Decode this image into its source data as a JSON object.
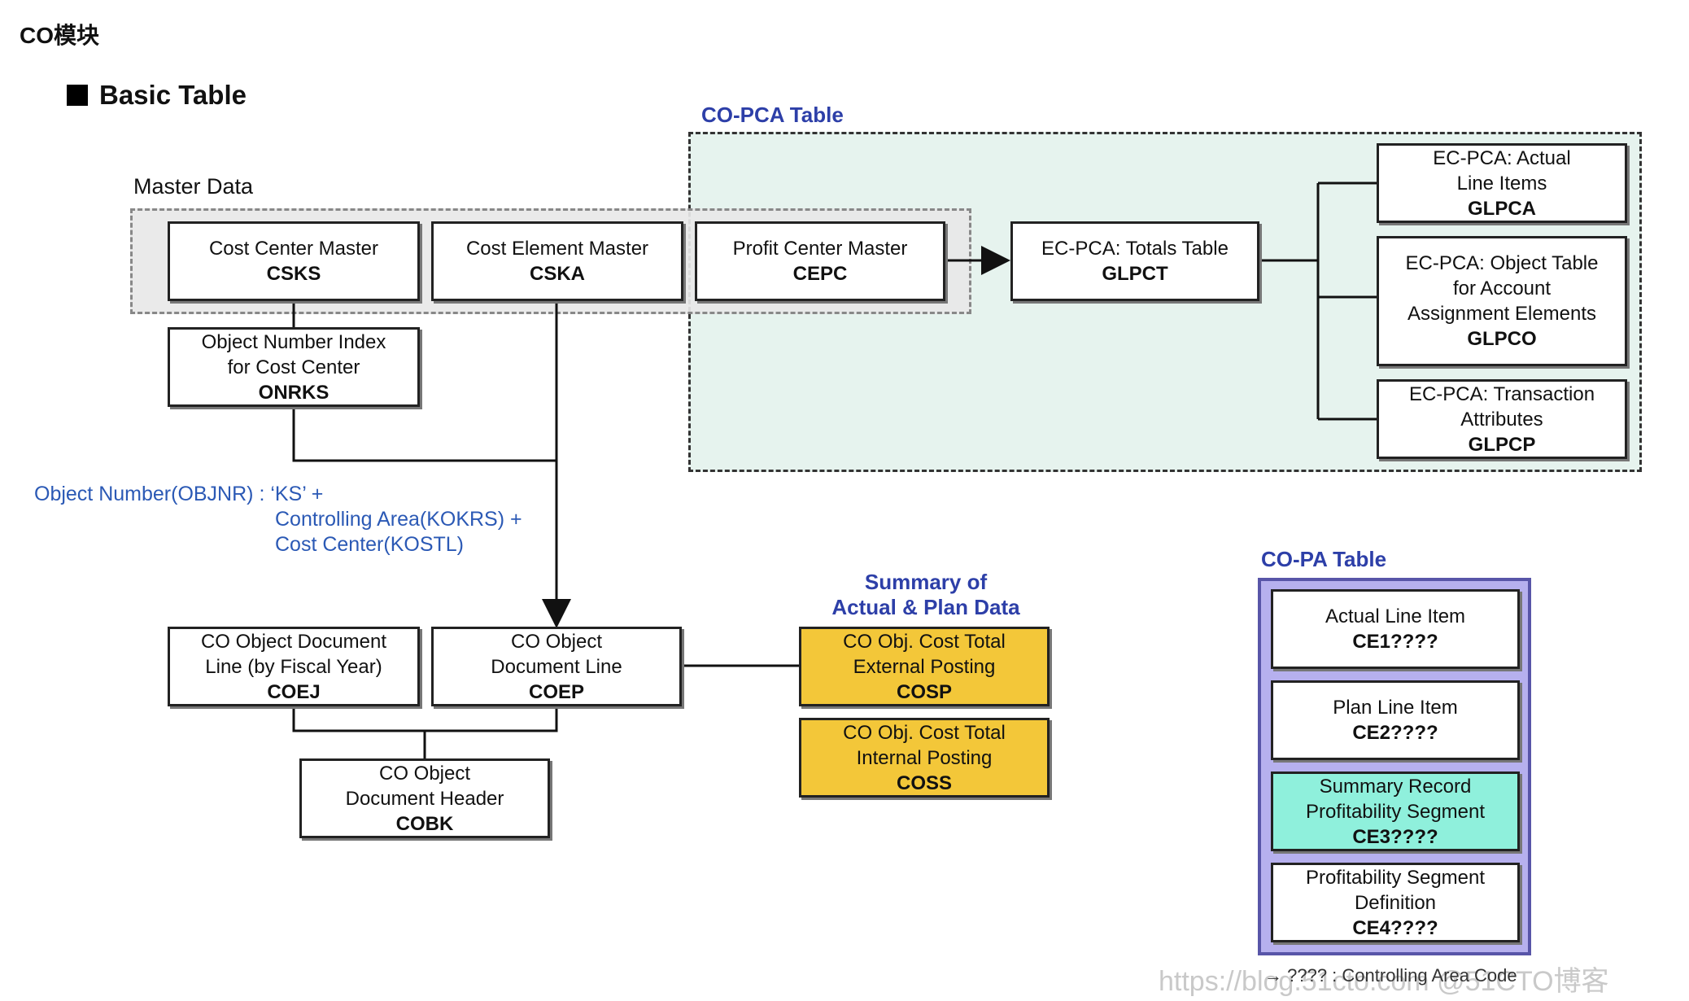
{
  "page_title": "CO模块",
  "section_title": "Basic Table",
  "labels": {
    "copca_table": "CO-PCA Table",
    "master_data": "Master Data",
    "summary": [
      "Summary of",
      "Actual & Plan Data"
    ],
    "copa_table": "CO-PA Table"
  },
  "annotation": {
    "line1": "Object Number(OBJNR) : ‘KS’ +",
    "line2": "Controlling Area(KOKRS) +",
    "line3": "Cost Center(KOSTL)"
  },
  "boxes": {
    "csks": {
      "lines": [
        "Cost Center Master"
      ],
      "code": "CSKS"
    },
    "cska": {
      "lines": [
        "Cost Element Master"
      ],
      "code": "CSKA"
    },
    "cepc": {
      "lines": [
        "Profit Center Master"
      ],
      "code": "CEPC"
    },
    "glpct": {
      "lines": [
        "EC-PCA: Totals Table"
      ],
      "code": "GLPCT"
    },
    "glpca": {
      "lines": [
        "EC-PCA: Actual",
        "Line Items"
      ],
      "code": "GLPCA"
    },
    "glpco": {
      "lines": [
        "EC-PCA: Object Table",
        "for Account",
        "Assignment Elements"
      ],
      "code": "GLPCO"
    },
    "glpcp": {
      "lines": [
        "EC-PCA: Transaction",
        "Attributes"
      ],
      "code": "GLPCP"
    },
    "onrks": {
      "lines": [
        "Object Number Index",
        "for Cost Center"
      ],
      "code": "ONRKS"
    },
    "coej": {
      "lines": [
        "CO Object Document",
        "Line (by  Fiscal Year)"
      ],
      "code": "COEJ"
    },
    "coep": {
      "lines": [
        "CO Object",
        "Document Line"
      ],
      "code": "COEP"
    },
    "cobk": {
      "lines": [
        "CO Object",
        "Document Header"
      ],
      "code": "COBK"
    },
    "cosp": {
      "lines": [
        "CO Obj. Cost Total",
        "External Posting"
      ],
      "code": "COSP"
    },
    "coss": {
      "lines": [
        "CO Obj. Cost Total",
        "Internal Posting"
      ],
      "code": "COSS"
    },
    "ce1": {
      "lines": [
        "Actual Line Item"
      ],
      "code": "CE1????"
    },
    "ce2": {
      "lines": [
        "Plan Line Item"
      ],
      "code": "CE2????"
    },
    "ce3": {
      "lines": [
        "Summary Record",
        "Profitability Segment"
      ],
      "code": "CE3????"
    },
    "ce4": {
      "lines": [
        "Profitability Segment",
        "Definition"
      ],
      "code": "CE4????"
    }
  },
  "footnote": "→ ???? : Controlling Area Code",
  "watermark": "https://blog.51cto.com @51CTO博客",
  "colors": {
    "copca_bg": "#e6f3ee",
    "master_bg": "#e8e8e8",
    "copa_bg": "#b6b0ee",
    "copa_border": "#5855a8",
    "yellow_box": "#f3c739",
    "teal_box": "#8ff0dc",
    "blue_text": "#2d3fa8",
    "annotation_text": "#2b59b5"
  }
}
